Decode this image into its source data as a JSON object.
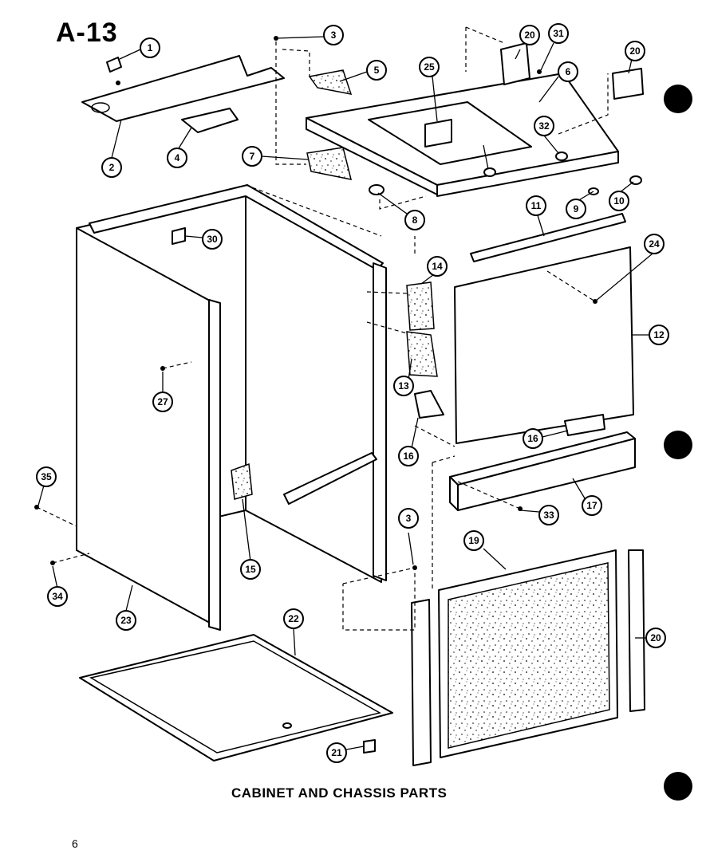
{
  "page": {
    "title": "A-13",
    "caption": "CABINET AND CHASSIS PARTS",
    "page_number": "6"
  },
  "callouts": [
    {
      "id": "c1",
      "label": "1"
    },
    {
      "id": "c2",
      "label": "2"
    },
    {
      "id": "c3a",
      "label": "3"
    },
    {
      "id": "c3b",
      "label": "3"
    },
    {
      "id": "c4",
      "label": "4"
    },
    {
      "id": "c5",
      "label": "5"
    },
    {
      "id": "c6",
      "label": "6"
    },
    {
      "id": "c7",
      "label": "7"
    },
    {
      "id": "c8",
      "label": "8"
    },
    {
      "id": "c9",
      "label": "9"
    },
    {
      "id": "c10",
      "label": "10"
    },
    {
      "id": "c11",
      "label": "11"
    },
    {
      "id": "c12",
      "label": "12"
    },
    {
      "id": "c13",
      "label": "13"
    },
    {
      "id": "c14",
      "label": "14"
    },
    {
      "id": "c15",
      "label": "15"
    },
    {
      "id": "c16a",
      "label": "16"
    },
    {
      "id": "c16b",
      "label": "16"
    },
    {
      "id": "c17",
      "label": "17"
    },
    {
      "id": "c19",
      "label": "19"
    },
    {
      "id": "c20a",
      "label": "20"
    },
    {
      "id": "c20b",
      "label": "20"
    },
    {
      "id": "c20c",
      "label": "20"
    },
    {
      "id": "c21",
      "label": "21"
    },
    {
      "id": "c22",
      "label": "22"
    },
    {
      "id": "c23",
      "label": "23"
    },
    {
      "id": "c24",
      "label": "24"
    },
    {
      "id": "c25",
      "label": "25"
    },
    {
      "id": "c27",
      "label": "27"
    },
    {
      "id": "c30",
      "label": "30"
    },
    {
      "id": "c31",
      "label": "31"
    },
    {
      "id": "c32",
      "label": "32"
    },
    {
      "id": "c33",
      "label": "33"
    },
    {
      "id": "c34",
      "label": "34"
    },
    {
      "id": "c35",
      "label": "35"
    }
  ]
}
